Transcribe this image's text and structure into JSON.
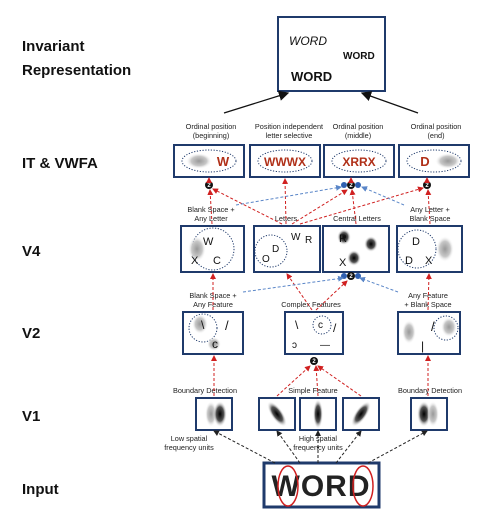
{
  "levels": {
    "invariant_line1": "Invariant",
    "invariant_line2": "Representation",
    "it_vwfa": "IT & VWFA",
    "v4": "V4",
    "v2": "V2",
    "v1": "V1",
    "input": "Input"
  },
  "top_box": {
    "word_a": "WORD",
    "word_b": "WORD",
    "word_c": "WORD"
  },
  "it": {
    "captions": [
      [
        "Ordinal position",
        "(beginning)"
      ],
      [
        "Position independent",
        "letter selective"
      ],
      [
        "Ordinal position",
        "(middle)"
      ],
      [
        "Ordinal position",
        "(end)"
      ]
    ],
    "box_texts": [
      "W",
      "WWWX",
      "XRRX",
      "D"
    ]
  },
  "v4": {
    "captions": [
      [
        "Blank Space +",
        "Any Letter"
      ],
      [
        "Letters"
      ],
      [
        "Central Letters"
      ],
      [
        "Any Letter +",
        "Blank Space"
      ]
    ],
    "box1_letters": [
      "W",
      "X",
      "C"
    ],
    "box2_letters": [
      "W",
      "R",
      "D",
      "O"
    ],
    "box3_letters": [
      "R",
      "X"
    ],
    "box4_letters": [
      "D",
      "D",
      "X"
    ]
  },
  "v2": {
    "captions": [
      [
        "Blank Space +",
        "Any Feature"
      ],
      [
        "Complex Features"
      ],
      [
        "Any Feature",
        "+ Blank Space"
      ]
    ],
    "box1_glyphs": [
      "\\",
      "/",
      "c"
    ],
    "box2_glyphs": [
      "\\",
      "c",
      "/",
      "ɔ",
      "—"
    ],
    "box3_glyphs": [
      "/",
      "|"
    ]
  },
  "v1": {
    "captions": [
      "Boundary Detection",
      "Simple Feature",
      "Boundary Detection"
    ],
    "notes": [
      [
        "Low spatial",
        "frequency units"
      ],
      [
        "High spatial",
        "frequency units"
      ]
    ]
  },
  "input_word": "WORD",
  "markers": [
    "2",
    "2",
    "2"
  ],
  "colors": {
    "box_border": "#1f3a6b",
    "red_arrow": "#d02020",
    "blue_arrow": "#5a86c8",
    "marker": "#111111"
  }
}
